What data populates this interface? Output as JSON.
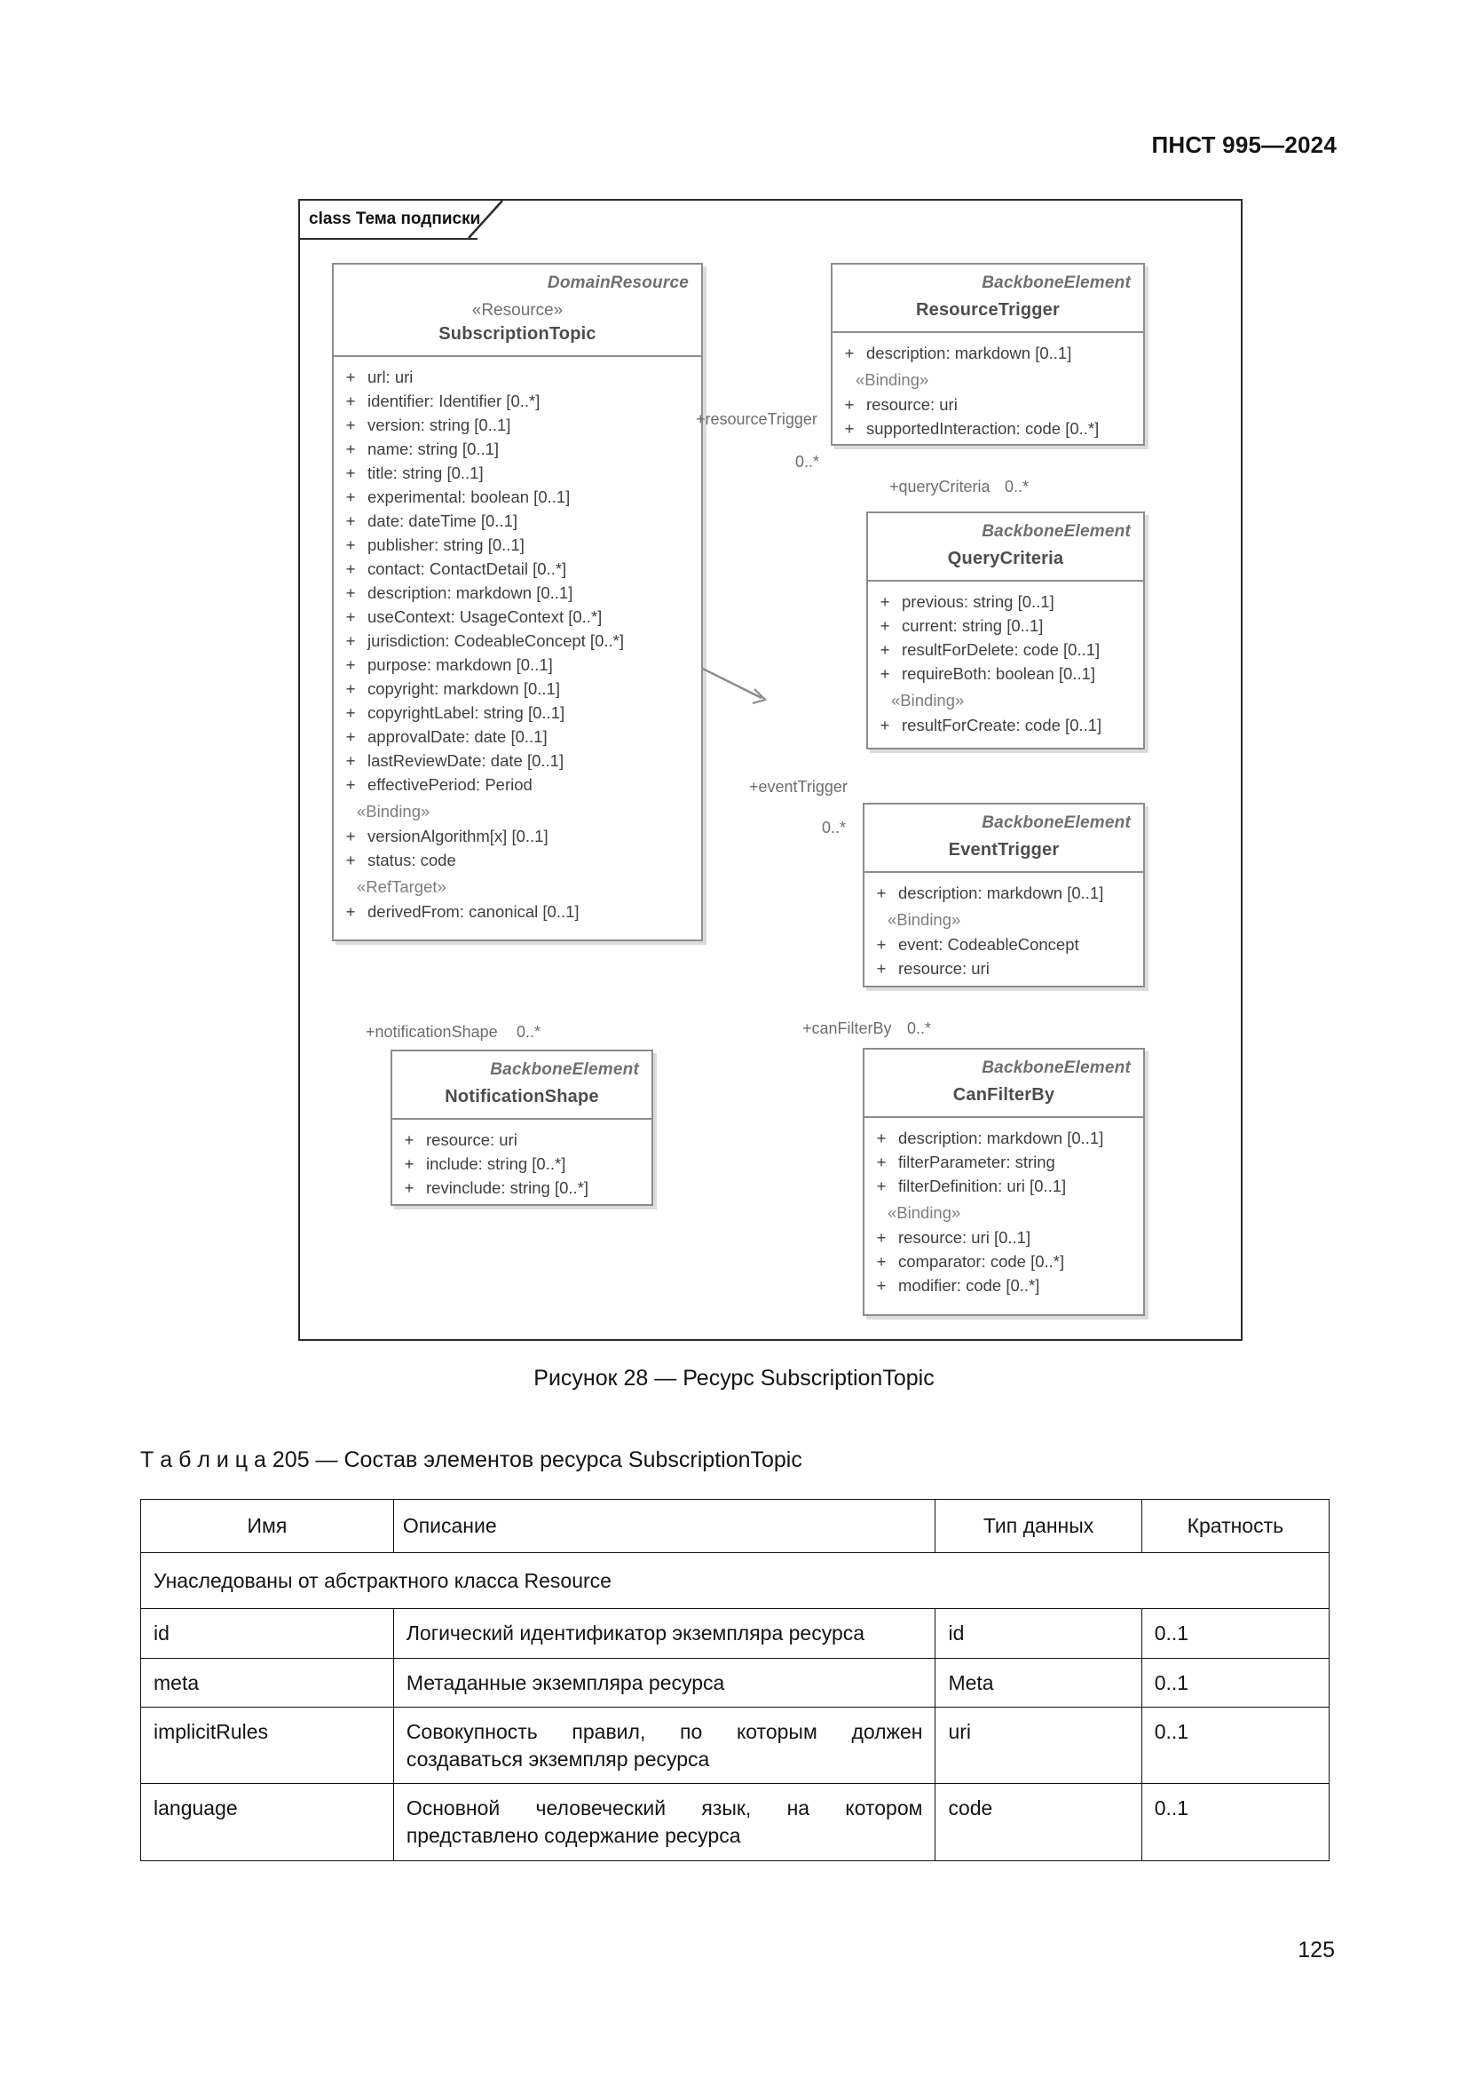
{
  "header": {
    "standard_id": "ПНСТ 995—2024"
  },
  "page": {
    "number": "125"
  },
  "figure": {
    "frame_label": "class Тема подписки",
    "caption": "Рисунок 28 — Ресурс SubscriptionTopic",
    "classes": [
      {
        "id": "subscriptiontopic",
        "parent": "DomainResource",
        "stereotype": "«Resource»",
        "name": "SubscriptionTopic",
        "groups": [
          {
            "stereotype": null,
            "attributes": [
              {
                "vis": "+",
                "text": "url: uri"
              },
              {
                "vis": "+",
                "text": "identifier: Identifier [0..*]"
              },
              {
                "vis": "+",
                "text": "version: string [0..1]"
              },
              {
                "vis": "+",
                "text": "name: string [0..1]"
              },
              {
                "vis": "+",
                "text": "title: string [0..1]"
              },
              {
                "vis": "+",
                "text": "experimental: boolean [0..1]"
              },
              {
                "vis": "+",
                "text": "date: dateTime [0..1]"
              },
              {
                "vis": "+",
                "text": "publisher: string [0..1]"
              },
              {
                "vis": "+",
                "text": "contact: ContactDetail [0..*]"
              },
              {
                "vis": "+",
                "text": "description: markdown [0..1]"
              },
              {
                "vis": "+",
                "text": "useContext: UsageContext [0..*]"
              },
              {
                "vis": "+",
                "text": "jurisdiction: CodeableConcept [0..*]"
              },
              {
                "vis": "+",
                "text": "purpose: markdown [0..1]"
              },
              {
                "vis": "+",
                "text": "copyright: markdown [0..1]"
              },
              {
                "vis": "+",
                "text": "copyrightLabel: string [0..1]"
              },
              {
                "vis": "+",
                "text": "approvalDate: date [0..1]"
              },
              {
                "vis": "+",
                "text": "lastReviewDate: date [0..1]"
              },
              {
                "vis": "+",
                "text": "effectivePeriod: Period"
              }
            ]
          },
          {
            "stereotype": "«Binding»",
            "attributes": [
              {
                "vis": "+",
                "text": "versionAlgorithm[x] [0..1]"
              },
              {
                "vis": "+",
                "text": "status: code"
              }
            ]
          },
          {
            "stereotype": "«RefTarget»",
            "attributes": [
              {
                "vis": "+",
                "text": "derivedFrom: canonical [0..1]"
              }
            ]
          }
        ]
      },
      {
        "id": "resourcetrigger",
        "parent": "BackboneElement",
        "stereotype": null,
        "name": "ResourceTrigger",
        "groups": [
          {
            "stereotype": null,
            "attributes": [
              {
                "vis": "+",
                "text": "description: markdown [0..1]"
              }
            ]
          },
          {
            "stereotype": "«Binding»",
            "attributes": [
              {
                "vis": "+",
                "text": "resource: uri"
              },
              {
                "vis": "+",
                "text": "supportedInteraction: code [0..*]"
              }
            ]
          }
        ]
      },
      {
        "id": "querycriteria",
        "parent": "BackboneElement",
        "stereotype": null,
        "name": "QueryCriteria",
        "groups": [
          {
            "stereotype": null,
            "attributes": [
              {
                "vis": "+",
                "text": "previous: string [0..1]"
              },
              {
                "vis": "+",
                "text": "current: string [0..1]"
              },
              {
                "vis": "+",
                "text": "resultForDelete: code [0..1]"
              },
              {
                "vis": "+",
                "text": "requireBoth: boolean [0..1]"
              }
            ]
          },
          {
            "stereotype": "«Binding»",
            "attributes": [
              {
                "vis": "+",
                "text": "resultForCreate: code [0..1]"
              }
            ]
          }
        ]
      },
      {
        "id": "eventtrigger",
        "parent": "BackboneElement",
        "stereotype": null,
        "name": "EventTrigger",
        "groups": [
          {
            "stereotype": null,
            "attributes": [
              {
                "vis": "+",
                "text": "description: markdown [0..1]"
              }
            ]
          },
          {
            "stereotype": "«Binding»",
            "attributes": [
              {
                "vis": "+",
                "text": "event: CodeableConcept"
              },
              {
                "vis": "+",
                "text": "resource: uri"
              }
            ]
          }
        ]
      },
      {
        "id": "notificationshape",
        "parent": "BackboneElement",
        "stereotype": null,
        "name": "NotificationShape",
        "groups": [
          {
            "stereotype": null,
            "attributes": [
              {
                "vis": "+",
                "text": "resource: uri"
              },
              {
                "vis": "+",
                "text": "include: string [0..*]"
              },
              {
                "vis": "+",
                "text": "revinclude: string [0..*]"
              }
            ]
          }
        ]
      },
      {
        "id": "canfilterby",
        "parent": "BackboneElement",
        "stereotype": null,
        "name": "CanFilterBy",
        "groups": [
          {
            "stereotype": null,
            "attributes": [
              {
                "vis": "+",
                "text": "description: markdown [0..1]"
              },
              {
                "vis": "+",
                "text": "filterParameter: string"
              },
              {
                "vis": "+",
                "text": "filterDefinition: uri [0..1]"
              }
            ]
          },
          {
            "stereotype": "«Binding»",
            "attributes": [
              {
                "vis": "+",
                "text": "resource: uri [0..1]"
              },
              {
                "vis": "+",
                "text": "comparator: code [0..*]"
              },
              {
                "vis": "+",
                "text": "modifier: code [0..*]"
              }
            ]
          }
        ]
      }
    ],
    "associations": [
      {
        "id": "resourcetrigger",
        "role": "+resourceTrigger",
        "multiplicity": "0..*"
      },
      {
        "id": "querycriteria",
        "role": "+queryCriteria",
        "multiplicity": "0..*"
      },
      {
        "id": "eventtrigger",
        "role": "+eventTrigger",
        "multiplicity": "0..*"
      },
      {
        "id": "notificationshape",
        "role": "+notificationShape",
        "multiplicity": "0..*"
      },
      {
        "id": "canfilterby",
        "role": "+canFilterBy",
        "multiplicity": "0..*"
      }
    ]
  },
  "table": {
    "title": "Т а б л и ц а  205 — Состав элементов ресурса SubscriptionTopic",
    "columns": [
      "Имя",
      "Описание",
      "Тип данных",
      "Кратность"
    ],
    "section_label": "Унаследованы от абстрактного класса Resource",
    "rows": [
      {
        "name": "id",
        "description": "Логический идентификатор экземпляра ресурса",
        "type": "id",
        "cardinality": "0..1"
      },
      {
        "name": "meta",
        "description": "Метаданные экземпляра ресурса",
        "type": "Meta",
        "cardinality": "0..1"
      },
      {
        "name": "implicitRules",
        "description": "Совокупность правил, по которым должен создаваться экземпляр ресурса",
        "type": "uri",
        "cardinality": "0..1"
      },
      {
        "name": "language",
        "description": "Основной человеческий язык, на котором представлено содержание ресурса",
        "type": "code",
        "cardinality": "0..1"
      }
    ]
  }
}
